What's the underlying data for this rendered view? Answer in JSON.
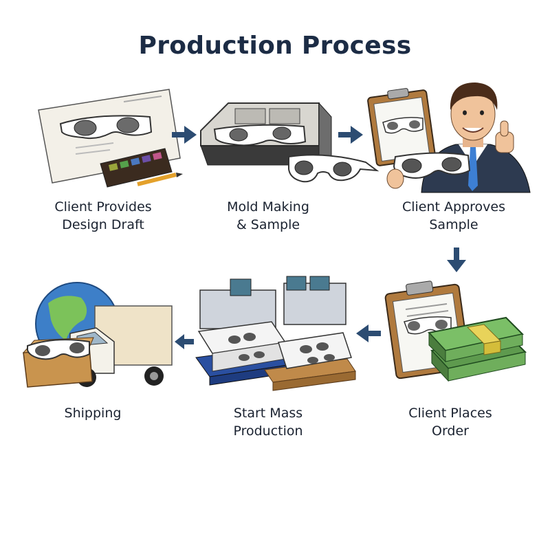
{
  "title": "Production Process",
  "steps": [
    {
      "lines": [
        "Client Provides",
        "Design Draft"
      ],
      "icon": "design-draft-icon"
    },
    {
      "lines": [
        "Mold Making",
        "& Sample"
      ],
      "icon": "mold-machine-icon"
    },
    {
      "lines": [
        "Client Approves",
        "Sample"
      ],
      "icon": "approving-client-icon"
    },
    {
      "lines": [
        "Client Places",
        "Order"
      ],
      "icon": "order-money-icon"
    },
    {
      "lines": [
        "Start Mass",
        "Production"
      ],
      "icon": "factory-icon"
    },
    {
      "lines": [
        "Shipping"
      ],
      "icon": "delivery-truck-icon"
    }
  ],
  "colors": {
    "arrow": "#2c4c72",
    "title": "#1c2c45"
  }
}
